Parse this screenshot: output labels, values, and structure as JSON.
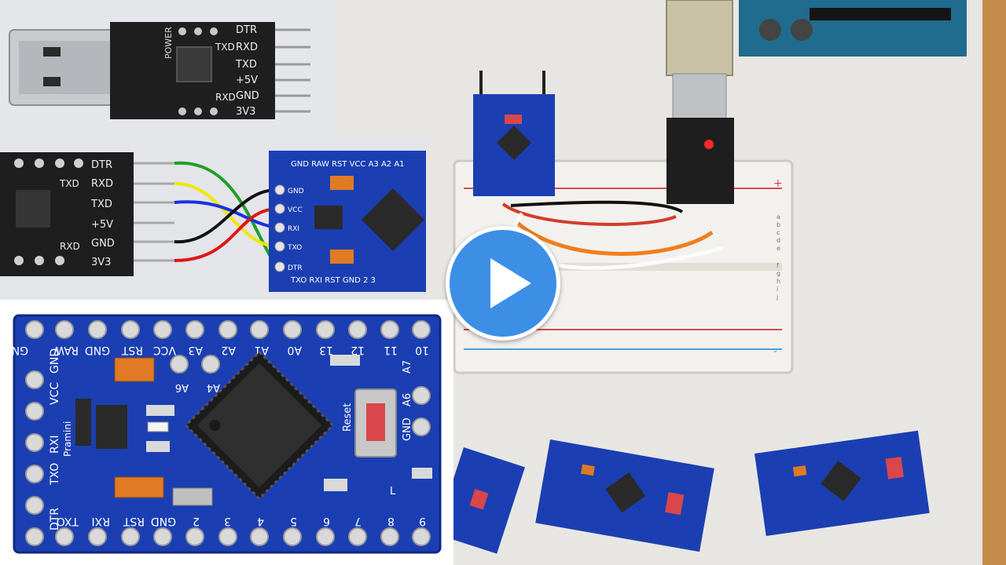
{
  "video": {
    "play_button": "play",
    "icon": "play-icon"
  },
  "adapter": {
    "pins": [
      "DTR",
      "RXD",
      "TXD",
      "+5V",
      "GND",
      "3V3"
    ],
    "side_labels": [
      "TXD",
      "RXD"
    ],
    "power_label": "POWER"
  },
  "wiring": {
    "adapter_pins": [
      "DTR",
      "RXD",
      "TXD",
      "+5V",
      "GND",
      "3V3"
    ],
    "side_labels": [
      "TXD",
      "RXD"
    ],
    "wire_colors": [
      "#1f9e2a",
      "#f2e600",
      "#1c2fe0",
      "#f3f300",
      "#111111",
      "#e01616"
    ],
    "board_top_labels": "GND RAW RST VCC A3 A2 A1",
    "board_bottom_labels": "TXO RXI RST GND 2 3",
    "board_left_labels": [
      "GND",
      "VCC",
      "RXI",
      "TXO"
    ],
    "dtr_label": "DTR"
  },
  "closeup": {
    "top_labels": [
      "GND",
      "RAW",
      "GND",
      "RST",
      "VCC",
      "A3",
      "A2",
      "A1",
      "A0",
      "13",
      "12",
      "11",
      "10"
    ],
    "bottom_labels": [
      "TXO",
      "RXI",
      "RST",
      "GND",
      "2",
      "3",
      "4",
      "5",
      "6",
      "7",
      "8",
      "9"
    ],
    "left_labels": [
      "VCC",
      "GND",
      "Pramini",
      "RXI",
      "TXO",
      "DTR"
    ],
    "inner_labels": [
      "A6",
      "A4"
    ],
    "right_labels": [
      "A7",
      "A6",
      "GND"
    ],
    "reset_label": "Reset",
    "led_label": "L",
    "colors": {
      "pcb": "#1b3fb2",
      "pad": "#d9d9d9",
      "chip": "#2a2a2a",
      "tantalum": "#e07a24",
      "reset": "#d9464b"
    }
  },
  "breadboard": {
    "row_letters": [
      "a",
      "b",
      "c",
      "d",
      "e",
      "f",
      "g",
      "h",
      "i",
      "j"
    ],
    "rail_signs": [
      "+",
      "-"
    ]
  }
}
